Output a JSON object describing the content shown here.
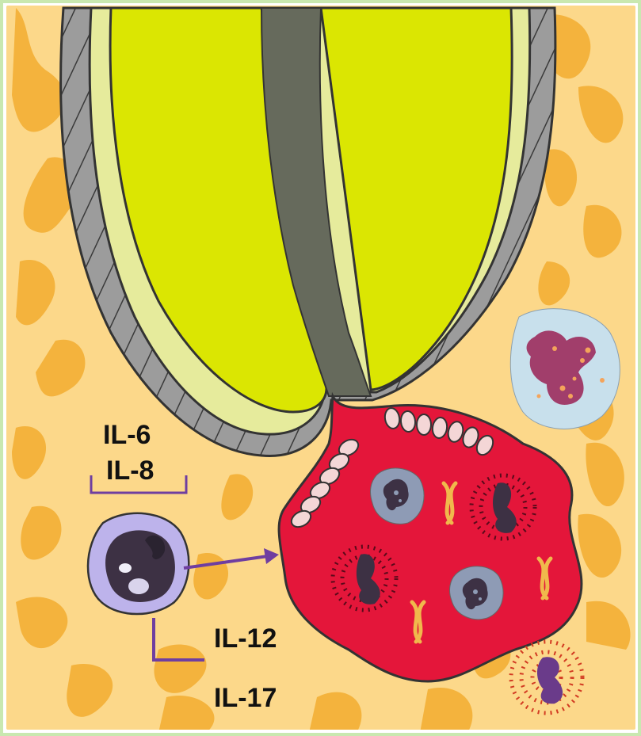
{
  "labels": {
    "il6": "IL-6",
    "il8": "IL-8",
    "il12": "IL-12",
    "il17": "IL-17"
  },
  "colors": {
    "border": "#c9e8b0",
    "tissue_background": "#fcd88a",
    "tissue_blobs": "#f4b33d",
    "hair_shaft": "#dbe602",
    "hair_medulla": "#666a5c",
    "sheath_outer": "#8a8a8a",
    "sheath_inner": "#e6eb9c",
    "abscess": "#e4163a",
    "epithelial_cells": "#f4d6d6",
    "macrophage_membrane": "#bdb3eb",
    "macrophage_nucleus": "#3d3144",
    "arrow": "#6f3ea0",
    "neutrophil_cytoplasm": "#c8e0ec",
    "neutrophil_nucleus": "#a13e6b",
    "granule": "#f4a45b",
    "cell_grey": "#8e9bb5",
    "eosinophil_dots": "#d23b22",
    "fiber": "#f0b84c"
  }
}
